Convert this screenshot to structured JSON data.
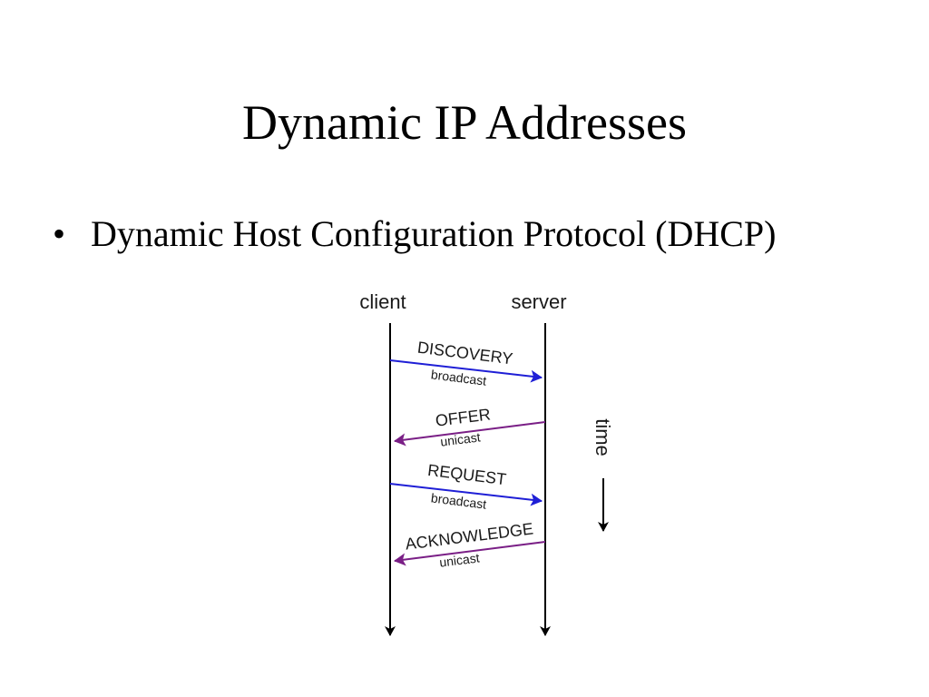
{
  "slide": {
    "title": "Dynamic IP Addresses",
    "bullets": [
      {
        "marker": "•",
        "text": "Dynamic Host Configuration Protocol (DHCP)"
      }
    ]
  },
  "diagram": {
    "client_label": "client",
    "server_label": "server",
    "time_label": "time",
    "colors": {
      "to_server": "#1f1fd6",
      "to_client": "#7a1f86",
      "lifeline": "#000000"
    },
    "messages": [
      {
        "name": "DISCOVERY",
        "mode": "broadcast",
        "direction": "to_server",
        "icon": "arrow-right-icon"
      },
      {
        "name": "OFFER",
        "mode": "unicast",
        "direction": "to_client",
        "icon": "arrow-left-icon"
      },
      {
        "name": "REQUEST",
        "mode": "broadcast",
        "direction": "to_server",
        "icon": "arrow-right-icon"
      },
      {
        "name": "ACKNOWLEDGE",
        "mode": "unicast",
        "direction": "to_client",
        "icon": "arrow-left-icon"
      }
    ]
  }
}
